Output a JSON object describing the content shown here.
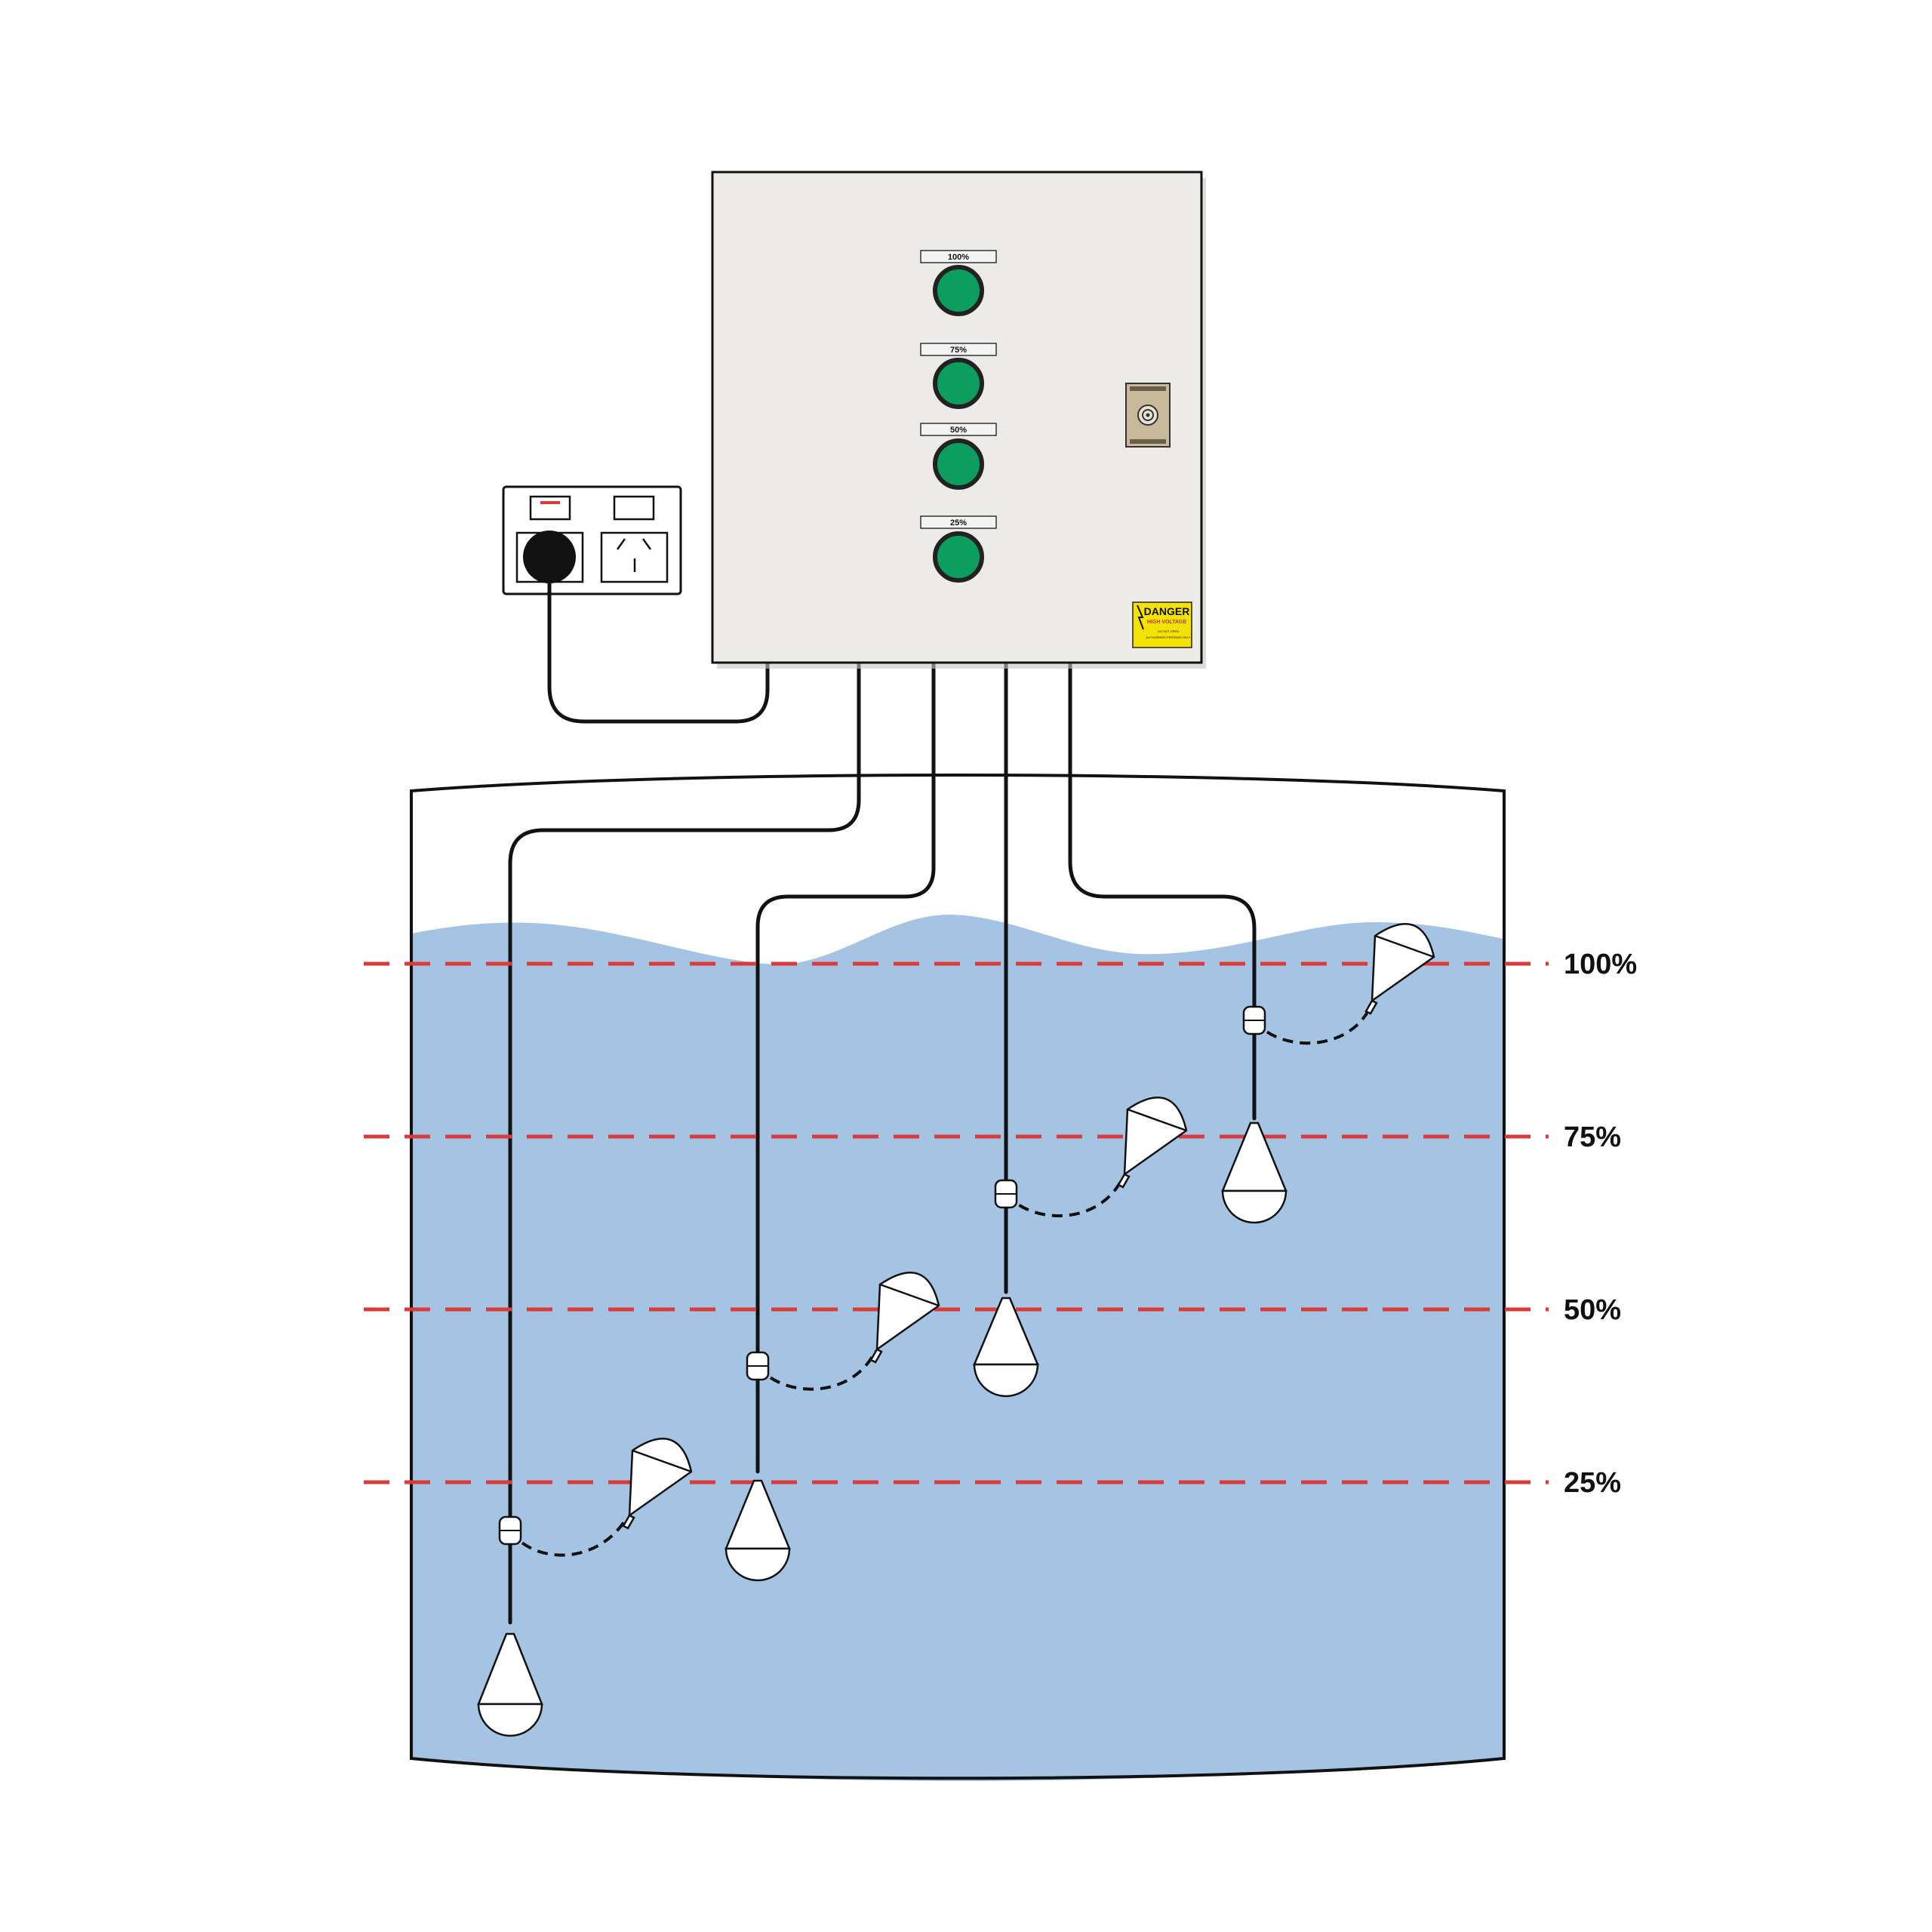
{
  "colors": {
    "water": "#a5c4e3",
    "indicator": "#0b9e5e",
    "level_line": "#d93a3a",
    "panel": "#ecebe7",
    "danger_sign": "#f4e200"
  },
  "panel": {
    "indicator_labels": [
      "100%",
      "75%",
      "50%",
      "25%"
    ]
  },
  "danger_sign": {
    "title": "DANGER",
    "subtitle": "HIGH VOLTAGE",
    "line1": "DO NOT OPEN",
    "line2": "AUTHORISED PERSONS ONLY"
  },
  "levels": [
    "100%",
    "75%",
    "50%",
    "25%"
  ],
  "icons": {
    "outlet": "power-outlet-icon",
    "plug": "plug-icon",
    "key_switch": "key-switch-icon",
    "float_switch": "float-switch-icon"
  }
}
